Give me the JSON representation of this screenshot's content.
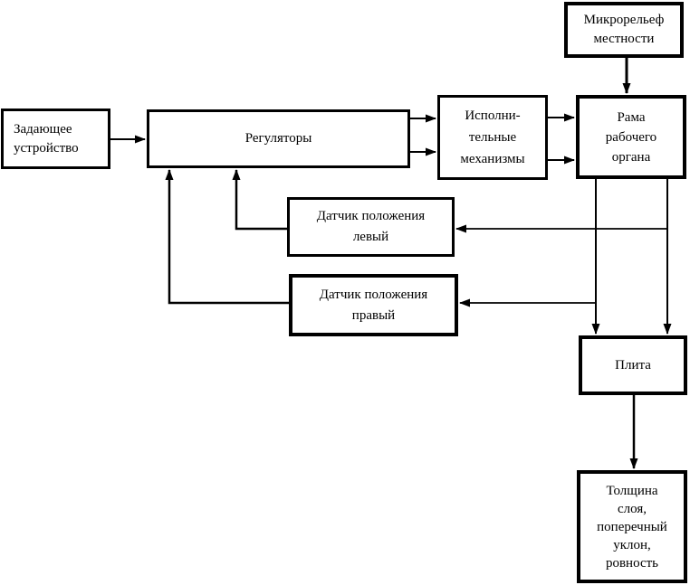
{
  "diagram": {
    "type": "block-diagram",
    "language": "ru",
    "colors": {
      "background": "#ffffff",
      "line": "#000000",
      "text": "#000000"
    },
    "nodes": {
      "terrain": {
        "label": "Микрорельеф\nместности"
      },
      "setpoint": {
        "label": "Задающее\nустройство"
      },
      "regulators": {
        "label": "Регуляторы"
      },
      "actuators": {
        "label": "Исполни-\nтельные\nмеханизмы"
      },
      "frame": {
        "label": "Рама\nрабочего\nоргана"
      },
      "sensor_left": {
        "label": "Датчик положения\nлевый"
      },
      "sensor_right": {
        "label": "Датчик положения\nправый"
      },
      "plate": {
        "label": "Плита"
      },
      "output": {
        "label": "Толщина\nслоя,\nпоперечный\nуклон,\nровность"
      }
    },
    "edges": [
      {
        "from": "setpoint",
        "to": "regulators"
      },
      {
        "from": "regulators",
        "to": "actuators",
        "note": "upper"
      },
      {
        "from": "regulators",
        "to": "actuators",
        "note": "lower"
      },
      {
        "from": "actuators",
        "to": "frame",
        "note": "upper"
      },
      {
        "from": "actuators",
        "to": "frame",
        "note": "lower"
      },
      {
        "from": "terrain",
        "to": "frame"
      },
      {
        "from": "frame",
        "to": "plate",
        "note": "left branch"
      },
      {
        "from": "frame",
        "to": "plate",
        "note": "right branch"
      },
      {
        "from": "frame",
        "to": "sensor_left"
      },
      {
        "from": "frame",
        "to": "sensor_right"
      },
      {
        "from": "sensor_left",
        "to": "regulators"
      },
      {
        "from": "sensor_right",
        "to": "regulators"
      },
      {
        "from": "plate",
        "to": "output"
      }
    ]
  }
}
